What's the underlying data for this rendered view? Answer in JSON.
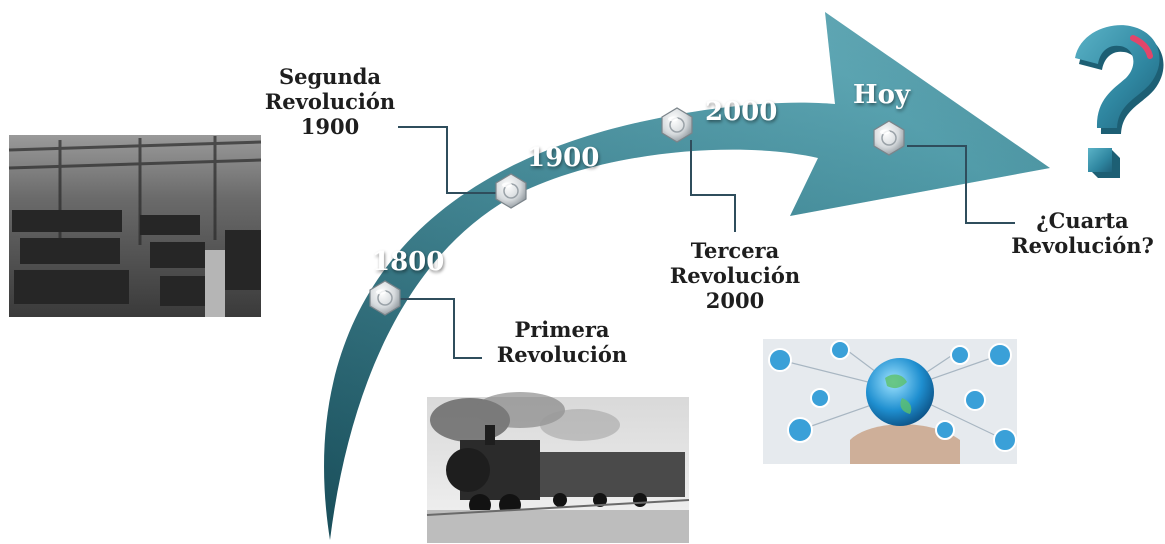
{
  "timeline": {
    "years": {
      "y1800": "1800",
      "y1900": "1900",
      "y2000": "2000",
      "hoy": "Hoy"
    },
    "labels": {
      "primera": [
        "Primera",
        "Revolución"
      ],
      "segunda": [
        "Segunda",
        "Revolución",
        "1900"
      ],
      "tercera": [
        "Tercera",
        "Revolución",
        "2000"
      ],
      "cuarta": [
        "¿Cuarta",
        "Revolución?"
      ]
    },
    "colors": {
      "arrow_light": "#3f96a6",
      "arrow_dark": "#1f5d6b",
      "question_mark": "#3a8fa4",
      "question_tip": "#e2456a",
      "connector": "#2f4d5c"
    },
    "icons": {
      "bolts": "hex-bolt-icon",
      "question": "question-mark-icon"
    }
  },
  "photos": {
    "factory": "factory-photo",
    "train": "steam-locomotive-photo",
    "network": "digital-network-photo"
  }
}
